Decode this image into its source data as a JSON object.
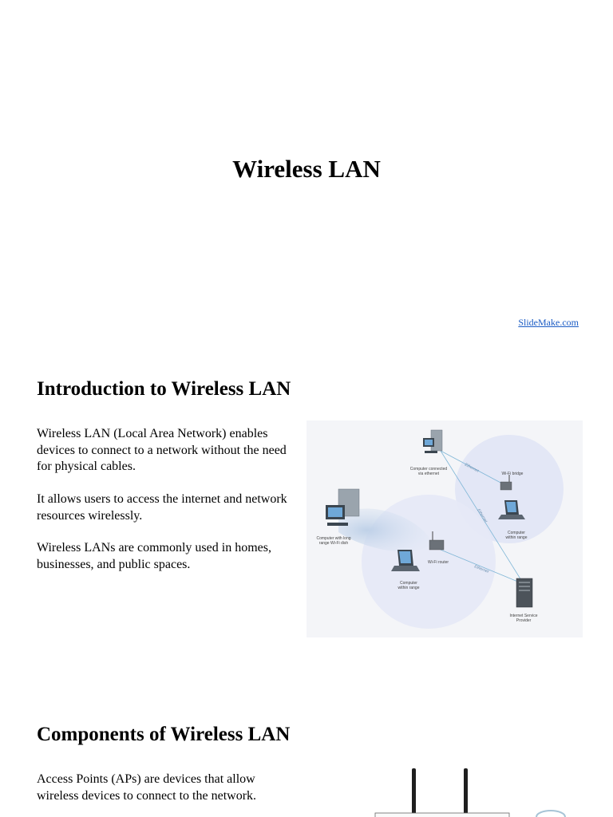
{
  "title_slide": {
    "title": "Wireless LAN",
    "source_link": "SlideMake.com"
  },
  "intro_slide": {
    "heading": "Introduction to Wireless LAN",
    "paragraphs": [
      "Wireless LAN (Local Area Network) enables devices to connect to a network without the need for physical cables.",
      "It allows users to access the internet and network resources wirelessly.",
      "Wireless LANs are commonly used in homes, businesses, and public spaces."
    ],
    "diagram_labels": {
      "computer_ethernet": [
        "Computer connected",
        "via ethernet"
      ],
      "wifi_bridge": "Wi-Fi bridge",
      "computer_range_right": [
        "Computer",
        "within range"
      ],
      "computer_long_range": [
        "Computer with long",
        "range Wi-Fi dish"
      ],
      "wifi_router": "Wi-Fi router",
      "computer_range_bottom": [
        "Computer",
        "within range"
      ],
      "isp": [
        "Internet Service",
        "Provider"
      ],
      "ethernet_1": "Ethernet",
      "ethernet_2": "Ethernet",
      "ethernet_3": "Ethernet"
    }
  },
  "components_slide": {
    "heading": "Components of Wireless LAN",
    "paragraphs": [
      "Access Points (APs) are devices that allow wireless devices to connect to the network."
    ]
  }
}
